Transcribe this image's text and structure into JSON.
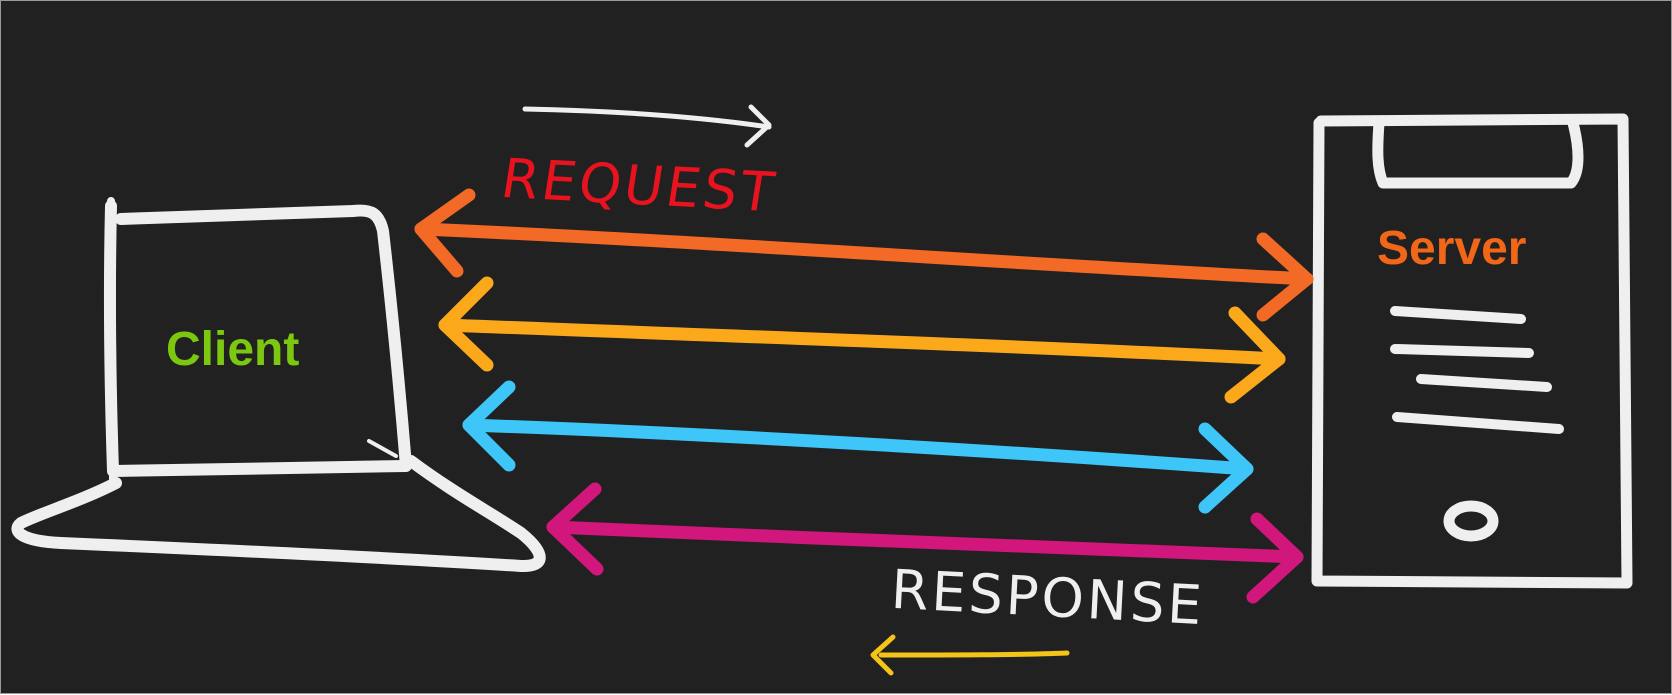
{
  "labels": {
    "client": "Client",
    "server": "Server",
    "request": "Request",
    "response": "Response"
  },
  "colors": {
    "background": "#212121",
    "sketch": "#efefef",
    "client_label": "#7cc710",
    "server_label": "#f26618",
    "request_label": "#e8131f",
    "response_label": "#efefef",
    "arrow_1": "#f26a25",
    "arrow_2": "#fba91b",
    "arrow_3": "#3dc6f7",
    "arrow_4": "#d2177c",
    "request_direction_arrow": "#efefef",
    "response_direction_arrow": "#f5c418"
  },
  "icons": [
    "laptop-sketch",
    "server-sketch",
    "double-headed-arrow"
  ]
}
